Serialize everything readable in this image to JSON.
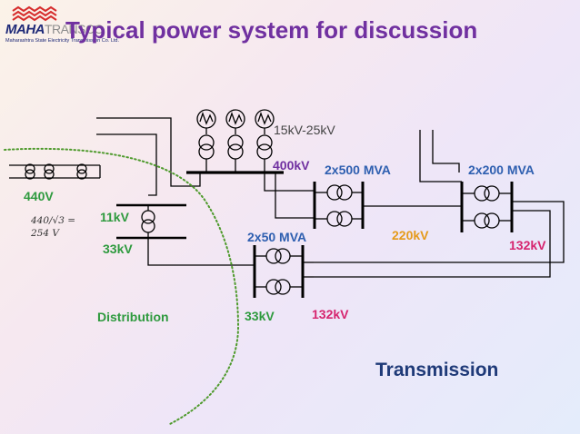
{
  "header": {
    "logo_brand": "MAHA",
    "logo_brand_suffix": "TRANSCO",
    "logo_tagline": "Maharashtra State Electricity Transmission Co. Ltd.",
    "title": "Typical power system for discussion"
  },
  "labels": {
    "gen_voltage": "15kV-25kV",
    "kv400": "400kV",
    "tx_2x500": "2x500 MVA",
    "tx_2x200": "2x200 MVA",
    "v440": "440V",
    "kv11": "11kV",
    "kv33_left": "33kV",
    "tx_2x50": "2x50 MVA",
    "kv220": "220kV",
    "kv132_right": "132kV",
    "distribution": "Distribution",
    "kv33_bottom": "33kV",
    "kv132_bottom": "132kV",
    "transmission": "Transmission",
    "formula_line1": "440/√3 =",
    "formula_line2": "254  V"
  },
  "colors": {
    "title": "#7030a0",
    "blue_label": "#2e5fb0",
    "green_label": "#2e9a3e",
    "orange_label": "#e59a1a",
    "pink_label": "#d6246e",
    "navy_label": "#1f3a78",
    "boundary_dots": "#4e9a2c"
  }
}
